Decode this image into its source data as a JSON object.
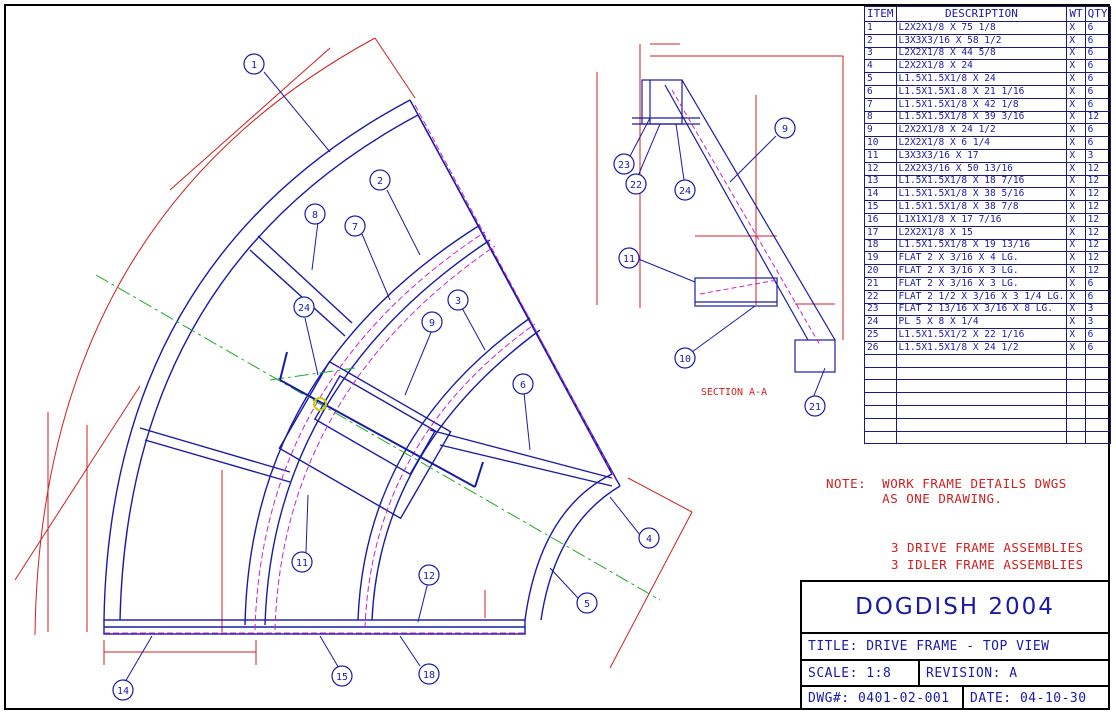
{
  "bom": {
    "headers": {
      "item": "ITEM",
      "description": "DESCRIPTION",
      "wt": "WT",
      "qty": "QTY"
    },
    "rows": [
      {
        "item": "1",
        "description": "L2X2X1/8 X 75 1/8",
        "wt": "X",
        "qty": "6"
      },
      {
        "item": "2",
        "description": "L3X3X3/16 X 58 1/2",
        "wt": "X",
        "qty": "6"
      },
      {
        "item": "3",
        "description": "L2X2X1/8 X 44 5/8",
        "wt": "X",
        "qty": "6"
      },
      {
        "item": "4",
        "description": "L2X2X1/8 X 24",
        "wt": "X",
        "qty": "6"
      },
      {
        "item": "5",
        "description": "L1.5X1.5X1/8 X 24",
        "wt": "X",
        "qty": "6"
      },
      {
        "item": "6",
        "description": "L1.5X1.5X1.8 X 21 1/16",
        "wt": "X",
        "qty": "6"
      },
      {
        "item": "7",
        "description": "L1.5X1.5X1/8 X 42 1/8",
        "wt": "X",
        "qty": "6"
      },
      {
        "item": "8",
        "description": "L1.5X1.5X1/8 X 39 3/16",
        "wt": "X",
        "qty": "12"
      },
      {
        "item": "9",
        "description": "L2X2X1/8 X 24 1/2",
        "wt": "X",
        "qty": "6"
      },
      {
        "item": "10",
        "description": "L2X2X1/8 X 6 1/4",
        "wt": "X",
        "qty": "6"
      },
      {
        "item": "11",
        "description": "L3X3X3/16 X 17",
        "wt": "X",
        "qty": "3"
      },
      {
        "item": "12",
        "description": "L2X2X3/16 X 50 13/16",
        "wt": "X",
        "qty": "12"
      },
      {
        "item": "13",
        "description": "L1.5X1.5X1/8 X 18 7/16",
        "wt": "X",
        "qty": "12"
      },
      {
        "item": "14",
        "description": "L1.5X1.5X1/8 X 38 5/16",
        "wt": "X",
        "qty": "12"
      },
      {
        "item": "15",
        "description": "L1.5X1.5X1/8 X 38 7/8",
        "wt": "X",
        "qty": "12"
      },
      {
        "item": "16",
        "description": "L1X1X1/8 X 17 7/16",
        "wt": "X",
        "qty": "12"
      },
      {
        "item": "17",
        "description": "L2X2X1/8 X 15",
        "wt": "X",
        "qty": "12"
      },
      {
        "item": "18",
        "description": "L1.5X1.5X1/8 X 19 13/16",
        "wt": "X",
        "qty": "12"
      },
      {
        "item": "19",
        "description": "FLAT 2 X 3/16 X 4 LG.",
        "wt": "X",
        "qty": "12"
      },
      {
        "item": "20",
        "description": "FLAT 2 X 3/16 X 3 LG.",
        "wt": "X",
        "qty": "12"
      },
      {
        "item": "21",
        "description": "FLAT 2 X 3/16 X 3 LG.",
        "wt": "X",
        "qty": "6"
      },
      {
        "item": "22",
        "description": "FLAT 2 1/2 X 3/16 X 3 1/4 LG.",
        "wt": "X",
        "qty": "6"
      },
      {
        "item": "23",
        "description": "FLAT 2 13/16 X 3/16 X 8 LG.",
        "wt": "X",
        "qty": "3"
      },
      {
        "item": "24",
        "description": "PL 5 X 8 X 1/4",
        "wt": "X",
        "qty": "3"
      },
      {
        "item": "25",
        "description": "L1.5X1.5X1/2 X 22 1/16",
        "wt": "X",
        "qty": "6"
      },
      {
        "item": "26",
        "description": "L1.5X1.5X1/8 X 24 1/2",
        "wt": "X",
        "qty": "6"
      }
    ],
    "empty_rows": 7
  },
  "notes": {
    "work_frame": "NOTE:  WORK FRAME DETAILS DWGS\n       AS ONE DRAWING.",
    "assemblies_1": "3 DRIVE FRAME ASSEMBLIES",
    "assemblies_2": "3 IDLER FRAME ASSEMBLIES"
  },
  "title_block": {
    "project": "DOGDISH 2004",
    "title": "TITLE: DRIVE FRAME - TOP VIEW",
    "scale": "SCALE: 1:8",
    "revision": "REVISION: A",
    "dwg": "DWG#: 0401-02-001",
    "date": "DATE: 04-10-30"
  },
  "section_label": "SECTION A-A",
  "callouts": [
    "1",
    "2",
    "3",
    "4",
    "5",
    "6",
    "7",
    "8",
    "9",
    "11",
    "12",
    "14",
    "15",
    "18",
    "24",
    "9",
    "10",
    "11",
    "21",
    "22",
    "23",
    "24"
  ],
  "colors": {
    "line": "#1a1aa8",
    "frame": "#000000",
    "dimension": "#d02020",
    "hidden": "#cc22cc",
    "centerline": "#22aa22"
  }
}
